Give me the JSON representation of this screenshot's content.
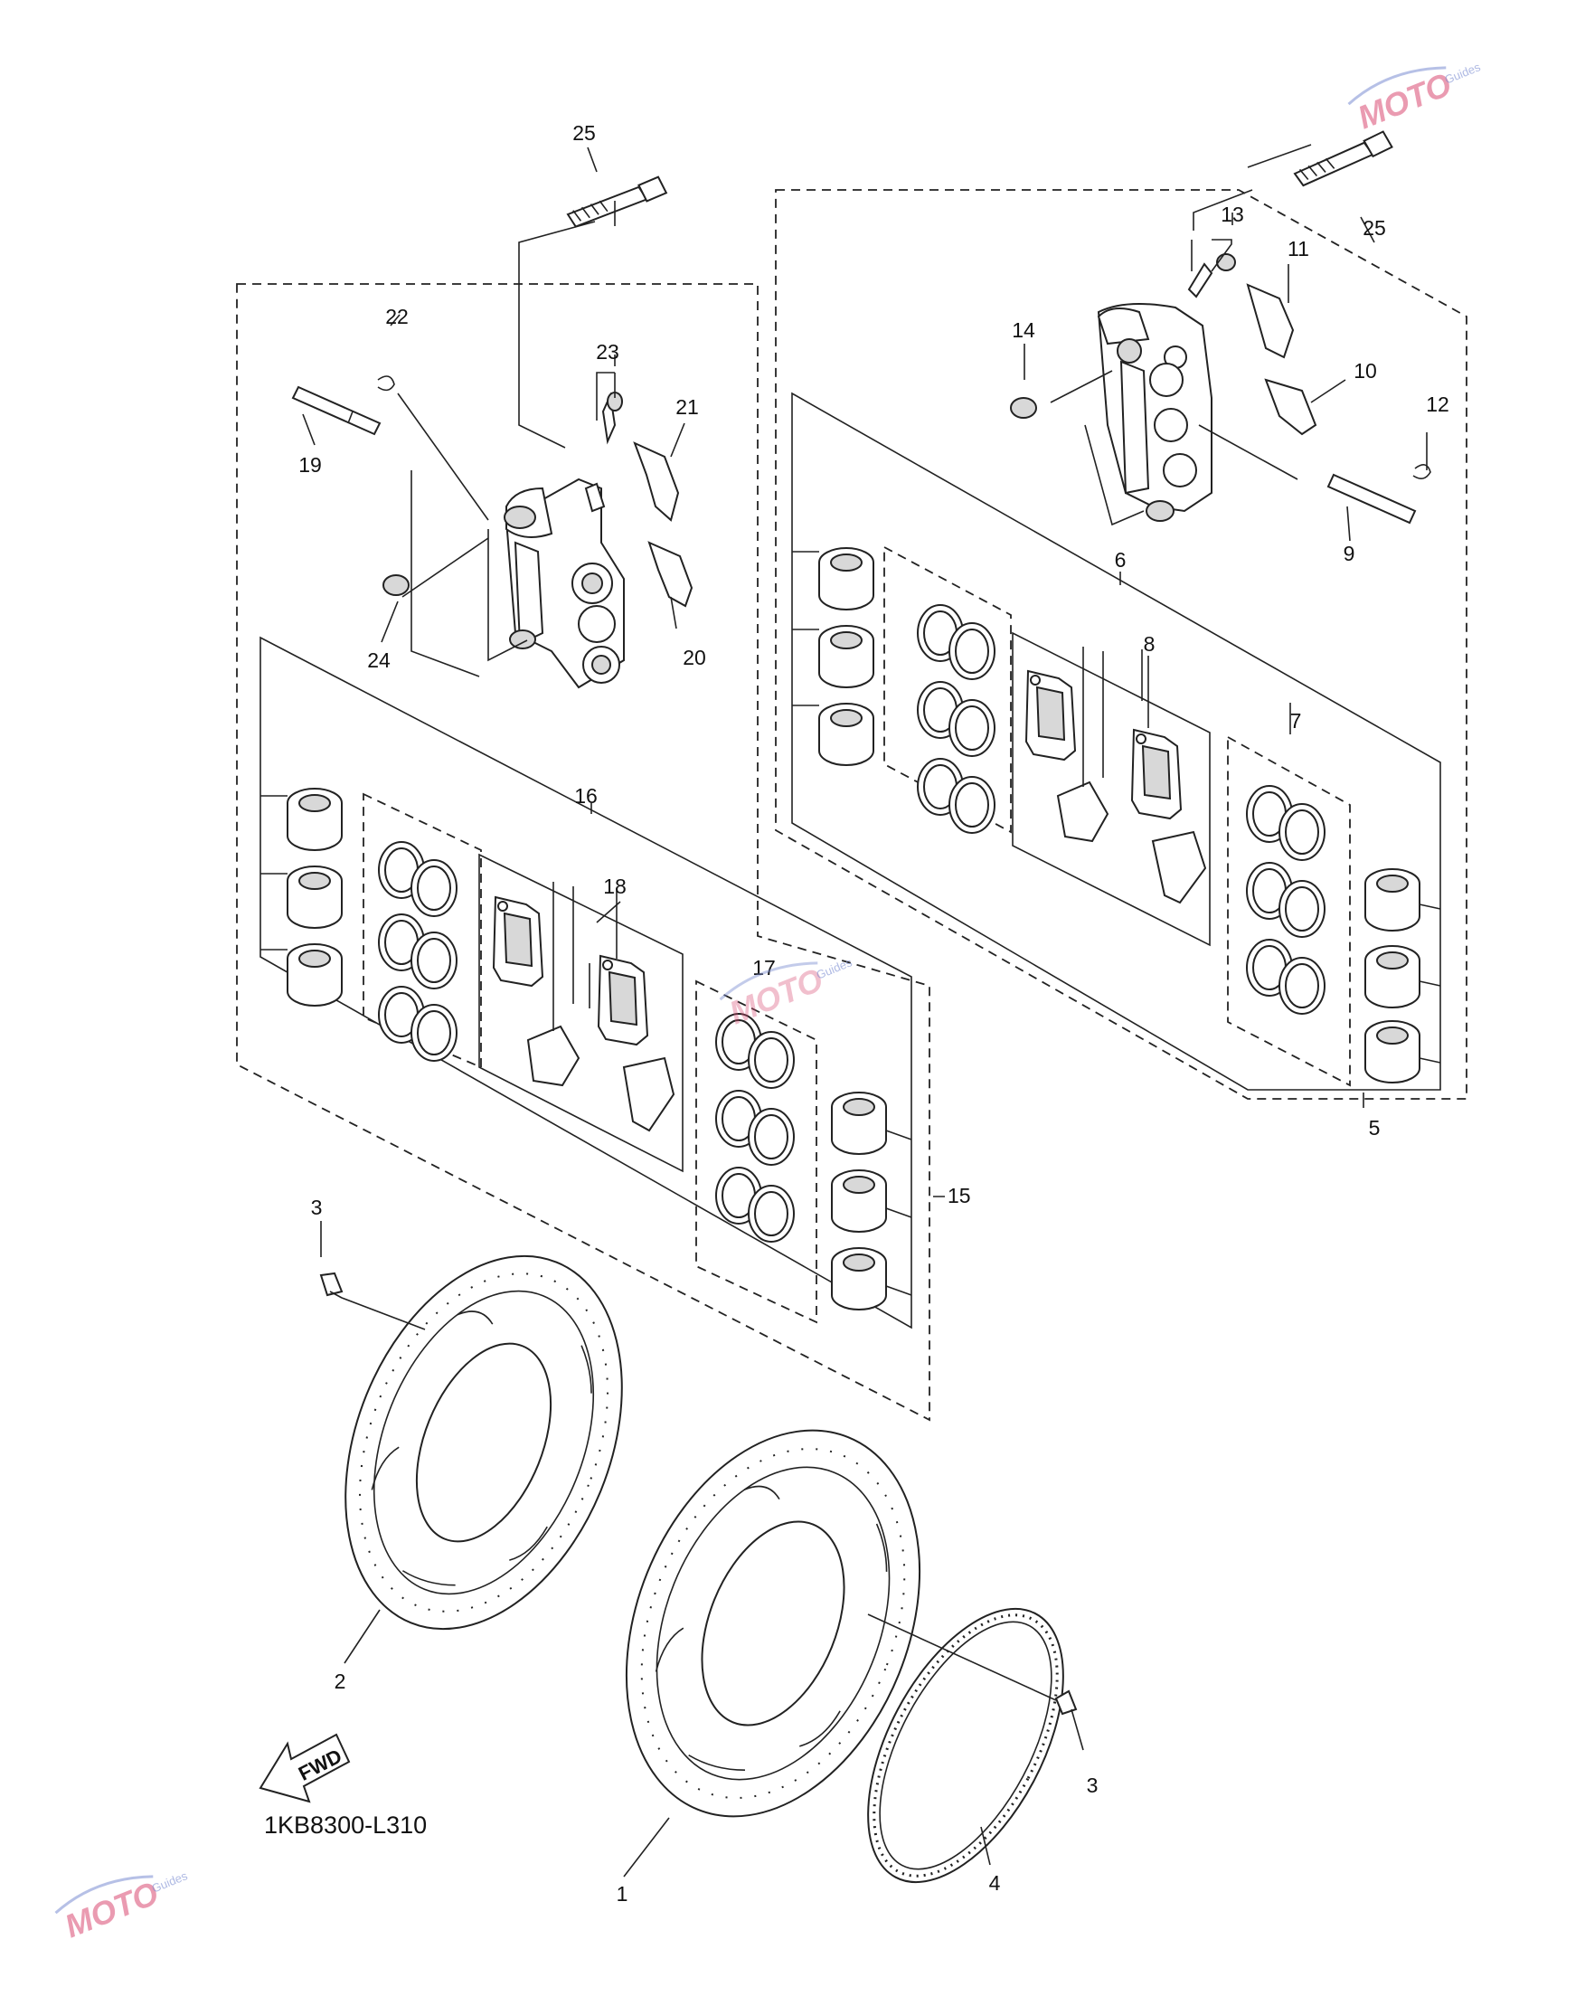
{
  "diagram": {
    "code": "1KB8300-L310",
    "fwd_label": "FWD",
    "watermark": {
      "brand": "MOTO",
      "sub": "Guides"
    },
    "callouts": {
      "c1": "1",
      "c2": "2",
      "c3a": "3",
      "c3b": "3",
      "c4": "4",
      "c5": "5",
      "c6": "6",
      "c7": "7",
      "c8": "8",
      "c9": "9",
      "c10": "10",
      "c11": "11",
      "c12": "12",
      "c13": "13",
      "c14": "14",
      "c15": "15",
      "c16": "16",
      "c17": "17",
      "c18": "18",
      "c19": "19",
      "c20": "20",
      "c21": "21",
      "c22": "22",
      "c23": "23",
      "c24": "24",
      "c25a": "25",
      "c25b": "25"
    }
  }
}
